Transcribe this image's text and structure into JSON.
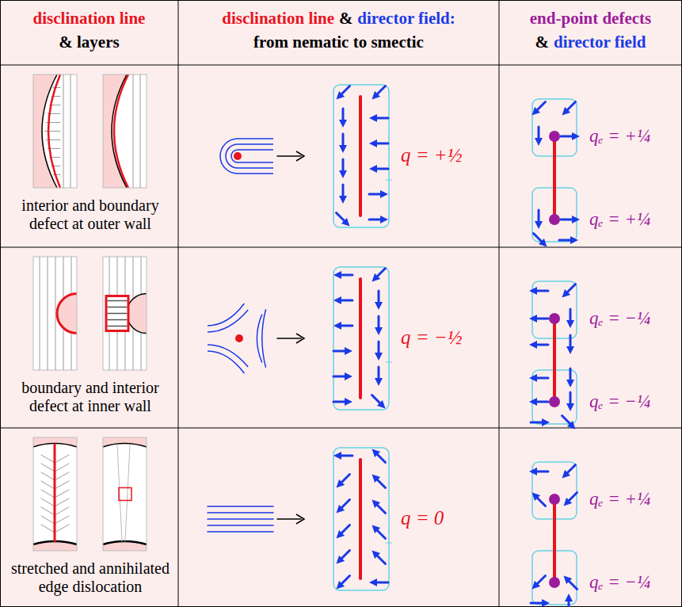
{
  "diagram": {
    "labels": [
      "disclination line",
      "& layers",
      "disclination line",
      "&",
      "director field:",
      "from nematic to smectic",
      "end-point defects",
      "&",
      "director field",
      "interior and boundary defect at outer wall",
      "q = +½",
      "qₑ = +¼",
      "qₑ = +¼",
      "boundary and interior defect at inner wall",
      "q = −½",
      "qₑ = −¼",
      "qₑ = −¼",
      "stretched and annihilated edge dislocation",
      "q = 0",
      "qₑ = +¼",
      "qₑ = −¼"
    ]
  }
}
